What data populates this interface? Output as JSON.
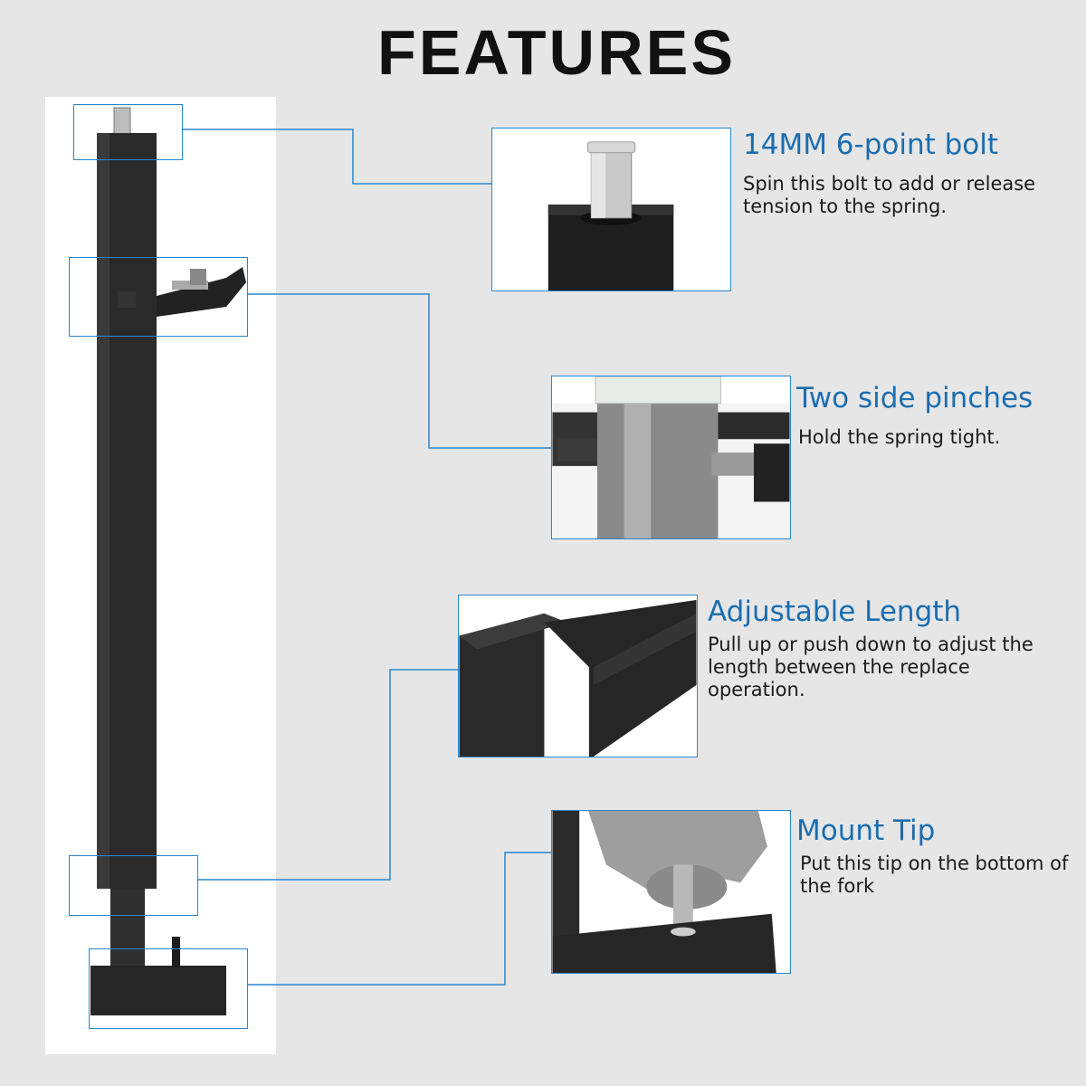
{
  "title": "FEATURES",
  "colors": {
    "accent": "#1b6db0",
    "line": "#2a86cc",
    "background": "#e6e6e6"
  },
  "features": [
    {
      "title": "14MM 6-point bolt",
      "description": "Spin this bolt to add or release tension to the spring."
    },
    {
      "title": "Two side pinches",
      "description": "Hold the spring tight."
    },
    {
      "title": "Adjustable Length",
      "description": "Pull up or push down to adjust the length between the replace operation."
    },
    {
      "title": "Mount Tip",
      "description": "Put this tip on the bottom of the fork"
    }
  ]
}
